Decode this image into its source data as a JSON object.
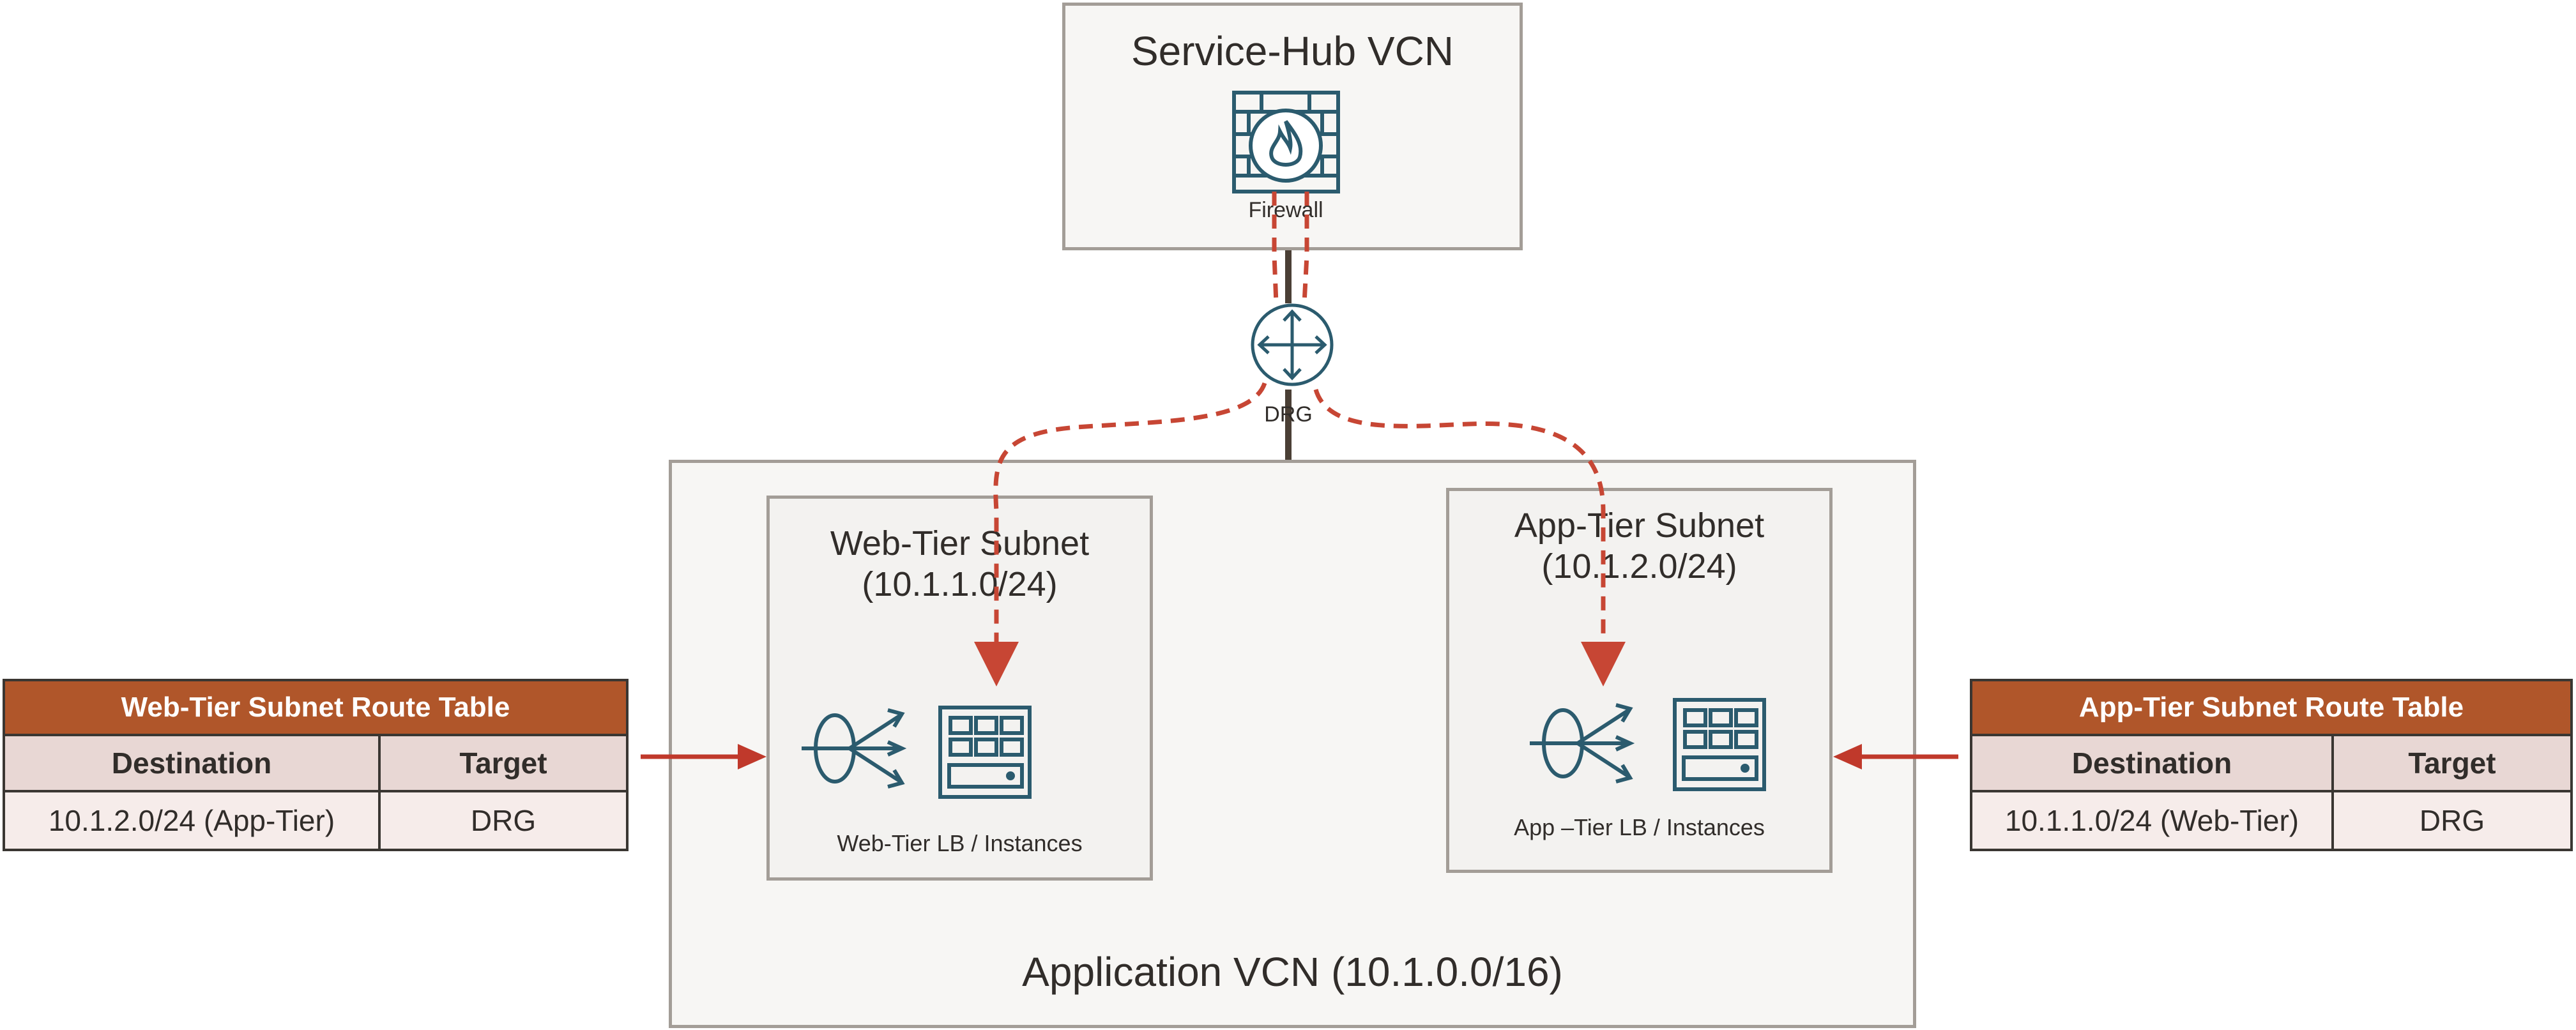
{
  "service_hub": {
    "title": "Service-Hub VCN",
    "firewall_label": "Firewall"
  },
  "drg": {
    "label": "DRG"
  },
  "application_vcn": {
    "title": "Application  VCN (10.1.0.0/16)"
  },
  "web_subnet": {
    "title_line1": "Web-Tier Subnet",
    "title_line2": "(10.1.1.0/24)",
    "instances_label": "Web-Tier LB / Instances"
  },
  "app_subnet": {
    "title_line1": "App-Tier Subnet",
    "title_line2": "(10.1.2.0/24)",
    "instances_label": "App –Tier  LB / Instances"
  },
  "web_route_table": {
    "title": "Web-Tier Subnet Route Table",
    "columns": [
      "Destination",
      "Target"
    ],
    "rows": [
      [
        "10.1.2.0/24 (App-Tier)",
        "DRG"
      ]
    ]
  },
  "app_route_table": {
    "title": "App-Tier Subnet Route Table",
    "columns": [
      "Destination",
      "Target"
    ],
    "rows": [
      [
        "10.1.1.0/24 (Web-Tier)",
        "DRG"
      ]
    ]
  },
  "colors": {
    "route_path": "#c74634",
    "arrow": "#c0392b",
    "icon": "#2b5b6e",
    "table_header": "#b0562a",
    "border": "#a39d97"
  }
}
